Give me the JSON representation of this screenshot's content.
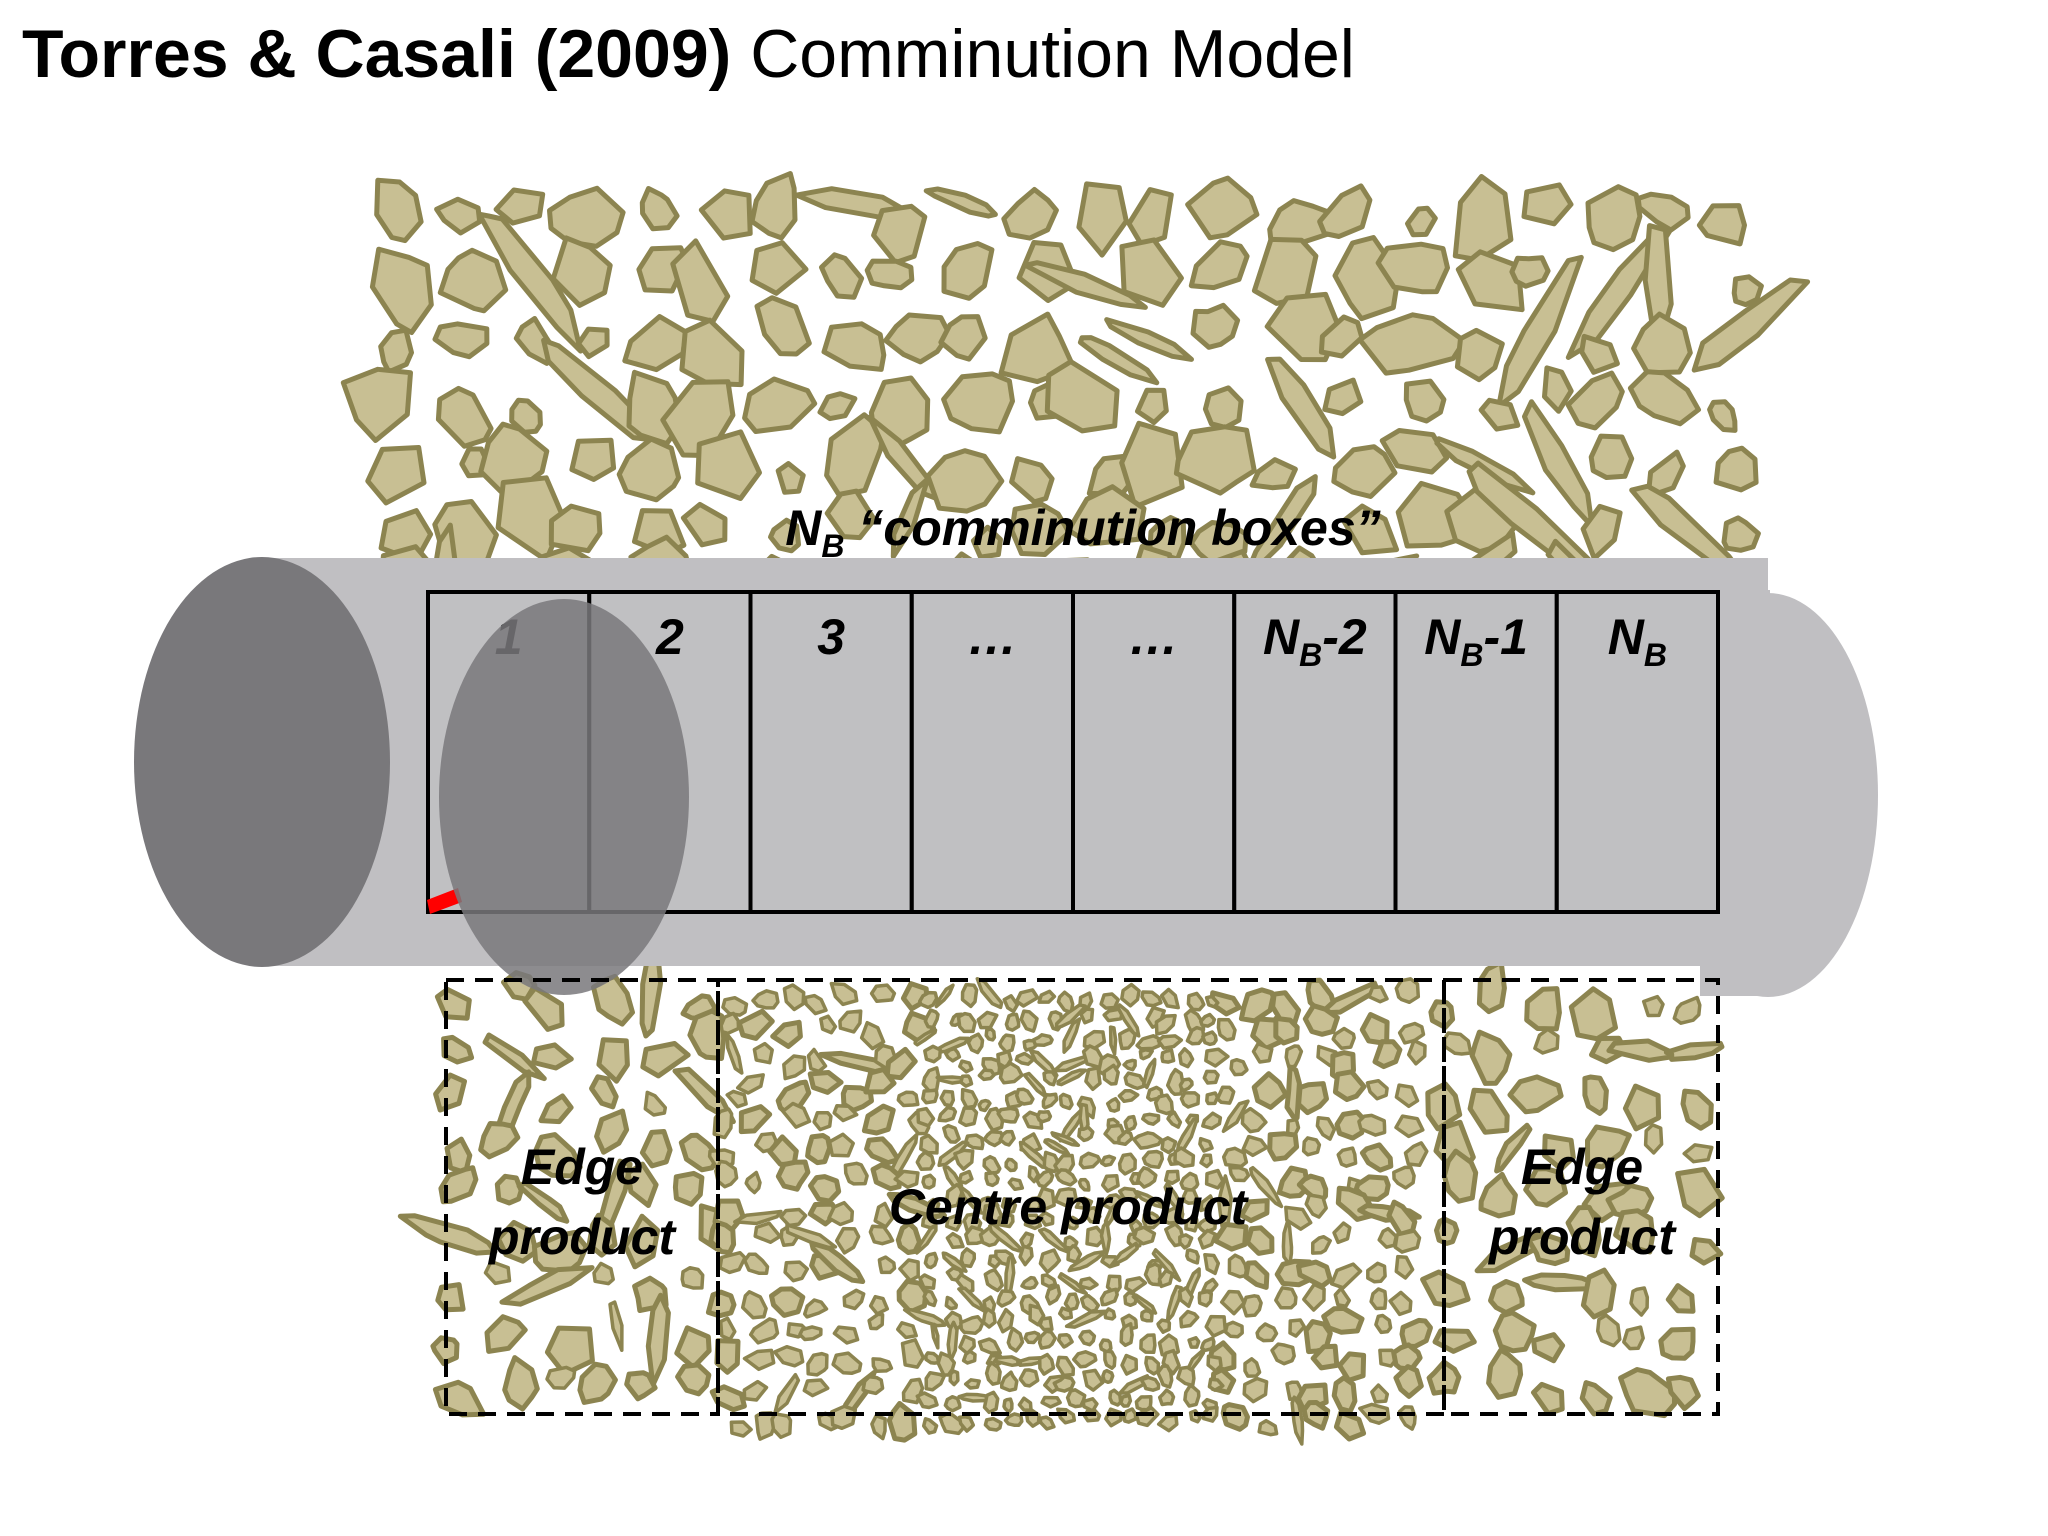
{
  "title": {
    "bold": "Torres & Casali (2009)",
    "regular": "Comminution Model"
  },
  "header_label": {
    "main": "N",
    "sub": "B",
    "rest": " “comminution boxes”"
  },
  "boxes": [
    {
      "main": "1",
      "sub": "",
      "rest": ""
    },
    {
      "main": "2",
      "sub": "",
      "rest": ""
    },
    {
      "main": "3",
      "sub": "",
      "rest": ""
    },
    {
      "main": "…",
      "sub": "",
      "rest": ""
    },
    {
      "main": "…",
      "sub": "",
      "rest": ""
    },
    {
      "main": "N",
      "sub": "B",
      "rest": "-2"
    },
    {
      "main": "N",
      "sub": "B",
      "rest": "-1"
    },
    {
      "main": "N",
      "sub": "B",
      "rest": ""
    }
  ],
  "products": {
    "left": [
      "Edge",
      "product"
    ],
    "centre": [
      "Centre product"
    ],
    "right": [
      "Edge",
      "product"
    ]
  },
  "colors": {
    "particle_fill": "#c8bf93",
    "particle_stroke": "#8c8450",
    "roll_body": "#c0bfc2",
    "roll_end_back": "#79787b",
    "roll_end_front": "#79787b",
    "box_stroke": "#000000",
    "accent_red": "#ff0000"
  }
}
